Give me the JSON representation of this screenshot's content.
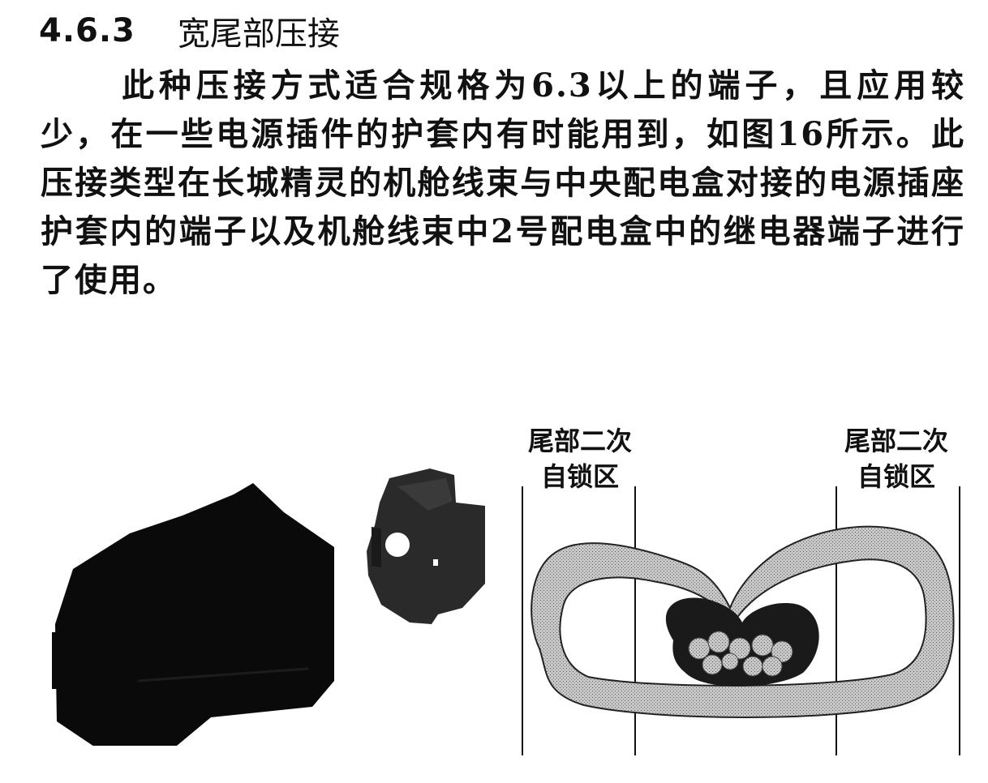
{
  "section": {
    "number": "4.6.3",
    "title": "宽尾部压接"
  },
  "paragraph": "此种压接方式适合规格为6.3以上的端子，且应用较少，在一些电源插件的护套内有时能用到，如图16所示。此压接类型在长城精灵的机舱线束与中央配电盒对接的电源插座护套内的端子以及机舱线束中2号配电盒中的继电器端子进行了使用。",
  "figure": {
    "left_label": {
      "line1": "尾部二次",
      "line2": "自锁区"
    },
    "right_label": {
      "line1": "尾部二次",
      "line2": "自锁区"
    }
  },
  "colors": {
    "ink": "#111111",
    "photo_dark": "#0a0a0a",
    "photo_mid": "#2a2a2a",
    "stipple": "#b8b8b8"
  }
}
